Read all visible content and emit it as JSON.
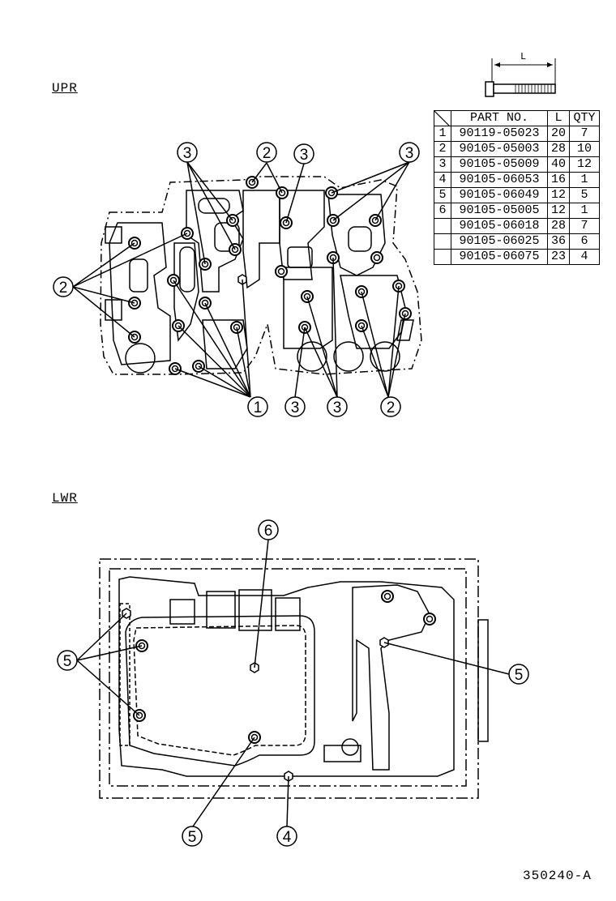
{
  "sections": {
    "upper": "UPR",
    "lower": "LWR"
  },
  "bolt_dimension_label": "L",
  "table": {
    "headers": {
      "part_no": "PART NO.",
      "length": "L",
      "qty": "QTY"
    },
    "rows": [
      {
        "idx": "1",
        "part_no": "90119-05023",
        "length": "20",
        "qty": "7"
      },
      {
        "idx": "2",
        "part_no": "90105-05003",
        "length": "28",
        "qty": "10"
      },
      {
        "idx": "3",
        "part_no": "90105-05009",
        "length": "40",
        "qty": "12"
      },
      {
        "idx": "4",
        "part_no": "90105-06053",
        "length": "16",
        "qty": "1"
      },
      {
        "idx": "5",
        "part_no": "90105-06049",
        "length": "12",
        "qty": "5"
      },
      {
        "idx": "6",
        "part_no": "90105-05005",
        "length": "12",
        "qty": "1"
      },
      {
        "idx": "",
        "part_no": "90105-06018",
        "length": "28",
        "qty": "7"
      },
      {
        "idx": "",
        "part_no": "90105-06025",
        "length": "36",
        "qty": "6"
      },
      {
        "idx": "",
        "part_no": "90105-06075",
        "length": "23",
        "qty": "4"
      }
    ]
  },
  "callouts": {
    "upr_3_top_left": "3",
    "upr_2_top": "2",
    "upr_3_top_mid": "3",
    "upr_3_top_right": "3",
    "upr_2_left": "2",
    "upr_1_bottom": "1",
    "upr_3_bottom_a": "3",
    "upr_3_bottom_b": "3",
    "upr_2_bottom": "2",
    "lwr_6": "6",
    "lwr_5_left": "5",
    "lwr_5_right": "5",
    "lwr_5_bottom": "5",
    "lwr_4_bottom": "4"
  },
  "figure_id": "350240-A"
}
